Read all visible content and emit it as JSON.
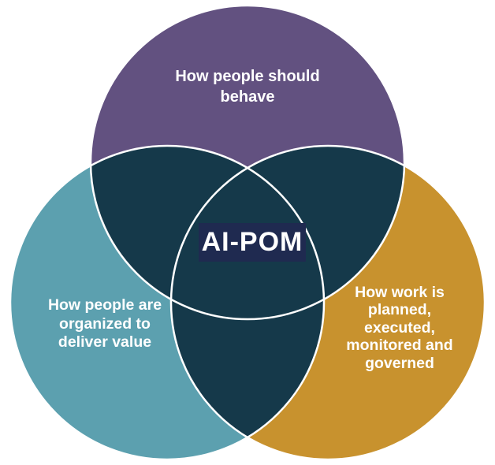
{
  "diagram_title": "AI-POM",
  "labels": {
    "top": [
      "How people should",
      "behave"
    ],
    "left": [
      "How people are",
      "organized to",
      "deliver value"
    ],
    "right": [
      "How work is",
      "planned,",
      "executed,",
      "monitored and",
      "governed"
    ],
    "center": "AI-POM"
  },
  "colors": {
    "top_circle": "#625180",
    "left_circle": "#5CA0AF",
    "right_circle": "#C8922E",
    "overlap": "#15394A",
    "center_box": "#1F2A50",
    "outline": "#FFFFFF",
    "label_text": "#FFFFFF",
    "background": "#FFFFFF"
  }
}
